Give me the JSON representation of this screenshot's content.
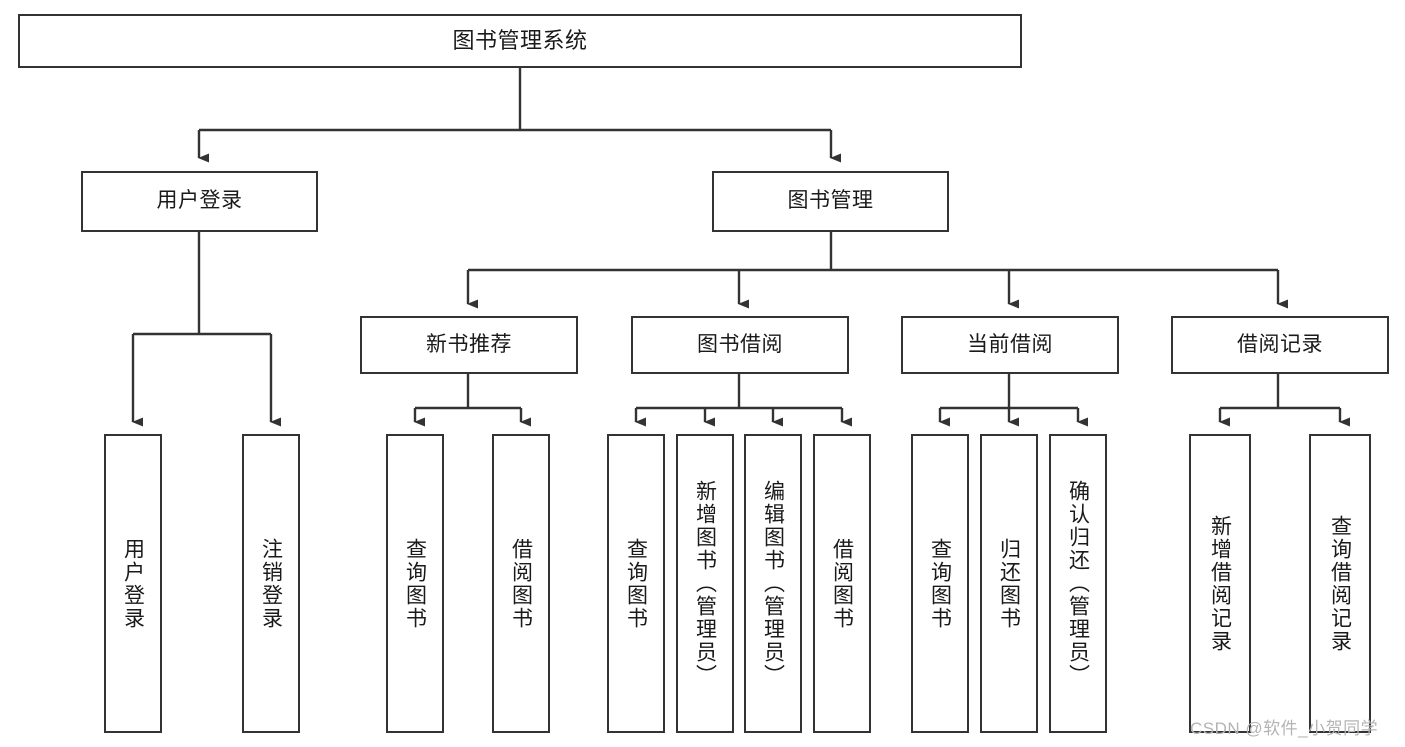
{
  "diagram": {
    "title": "图书管理系统",
    "type": "tree-hierarchy-diagram",
    "colors": {
      "box_border": "#333333",
      "box_fill": "#ffffff",
      "connector": "#333333",
      "text": "#1a1a1a",
      "watermark": "#b4b4b4",
      "background": "#ffffff"
    }
  },
  "root": {
    "label": "图书管理系统"
  },
  "level2": [
    {
      "label": "用户登录"
    },
    {
      "label": "图书管理"
    }
  ],
  "level3": [
    {
      "label": "新书推荐"
    },
    {
      "label": "图书借阅"
    },
    {
      "label": "当前借阅"
    },
    {
      "label": "借阅记录"
    }
  ],
  "leaves": {
    "user_login": [
      {
        "label": "用户登录"
      },
      {
        "label": "注销登录"
      }
    ],
    "new_book": [
      {
        "label": "查询图书"
      },
      {
        "label": "借阅图书"
      }
    ],
    "book_borrow": [
      {
        "label": "查询图书"
      },
      {
        "label": "新增图书（管理员）"
      },
      {
        "label": "编辑图书（管理员）"
      },
      {
        "label": "借阅图书"
      }
    ],
    "current_borrow": [
      {
        "label": "查询图书"
      },
      {
        "label": "归还图书"
      },
      {
        "label": "确认归还（管理员）"
      }
    ],
    "borrow_record": [
      {
        "label": "新增借阅记录"
      },
      {
        "label": "查询借阅记录"
      }
    ]
  },
  "watermark": {
    "text": "CSDN @软件_小贺同学"
  }
}
